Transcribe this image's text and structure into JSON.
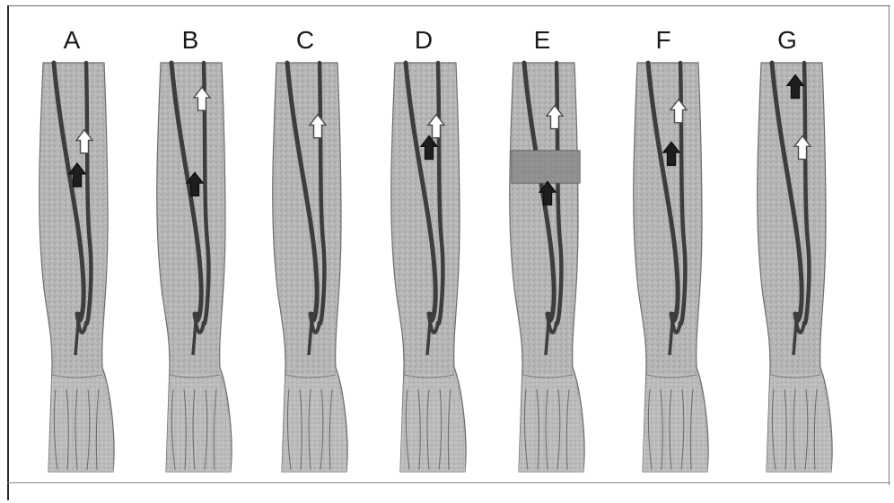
{
  "panels": [
    {
      "label": "A",
      "bandage": false,
      "arrows": [
        {
          "kind": "open",
          "pos": 0.22
        },
        {
          "kind": "filled",
          "pos": 0.33
        }
      ]
    },
    {
      "label": "B",
      "bandage": false,
      "arrows": [
        {
          "kind": "open",
          "pos": 0.08
        },
        {
          "kind": "filled",
          "pos": 0.36
        }
      ]
    },
    {
      "label": "C",
      "bandage": false,
      "arrows": [
        {
          "kind": "open",
          "pos": 0.17
        }
      ]
    },
    {
      "label": "D",
      "bandage": false,
      "arrows": [
        {
          "kind": "open",
          "pos": 0.17
        },
        {
          "kind": "filled",
          "pos": 0.24
        }
      ]
    },
    {
      "label": "E",
      "bandage": true,
      "arrows": [
        {
          "kind": "open",
          "pos": 0.14
        },
        {
          "kind": "filled",
          "pos": 0.39
        }
      ]
    },
    {
      "label": "F",
      "bandage": false,
      "arrows": [
        {
          "kind": "open",
          "pos": 0.12
        },
        {
          "kind": "filled",
          "pos": 0.26
        }
      ]
    },
    {
      "label": "G",
      "bandage": false,
      "arrows": [
        {
          "kind": "filled",
          "pos": 0.04
        },
        {
          "kind": "open",
          "pos": 0.24
        }
      ]
    }
  ],
  "colors": {
    "skin": "#b9b9b9",
    "skin_dark": "#a4a4a4",
    "vein": "#3d3d3d",
    "bandage": "#7d7d7d",
    "arrow_filled": "#1e1e1e",
    "arrow_open": "#ffffff",
    "frame": "#2a2a2a"
  }
}
